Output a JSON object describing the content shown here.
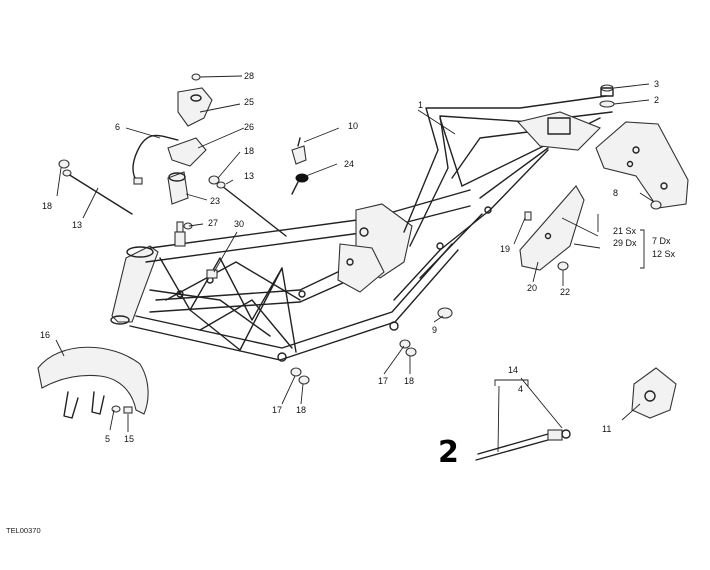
{
  "callouts": {
    "c1": "1",
    "c2": "2",
    "c3": "3",
    "c4": "4",
    "c5": "5",
    "c6": "6",
    "c7dx": "7 Dx",
    "c8": "8",
    "c9": "9",
    "c11": "11",
    "c12dx": "12 Sx",
    "c13a": "13",
    "c13b": "13",
    "c14": "14",
    "c15": "15",
    "c16": "16",
    "c17a": "17",
    "c17b": "17",
    "c18a": "18",
    "c18b": "18",
    "c18c": "18",
    "c18d": "18",
    "c19": "19",
    "c20": "20",
    "c21sx": "21 Sx",
    "c22": "22",
    "c23": "23",
    "c24": "24",
    "c25": "25",
    "c26": "26",
    "c27": "27",
    "c28": "28",
    "c29dx": "29 Dx",
    "c30": "30",
    "c10": "10"
  },
  "handwritten_mark": "2",
  "drawing_code": "TEL00370"
}
